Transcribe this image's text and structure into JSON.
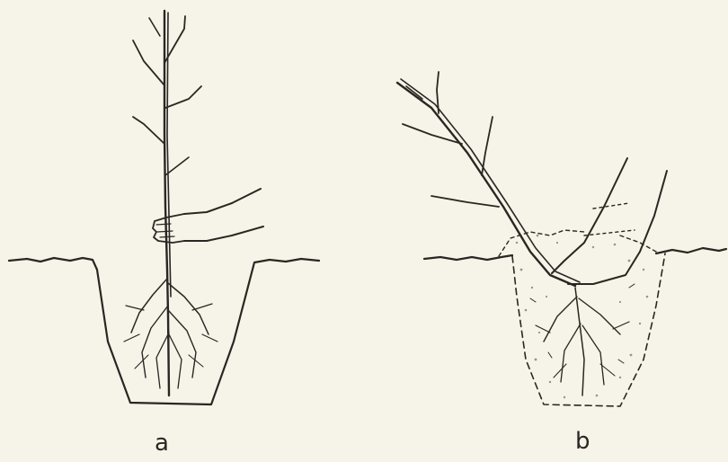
{
  "panels": [
    {
      "id": "a",
      "label": "a"
    },
    {
      "id": "b",
      "label": "b"
    }
  ],
  "colors": {
    "background": "#f6f3e8",
    "ink": "#2a2623"
  }
}
